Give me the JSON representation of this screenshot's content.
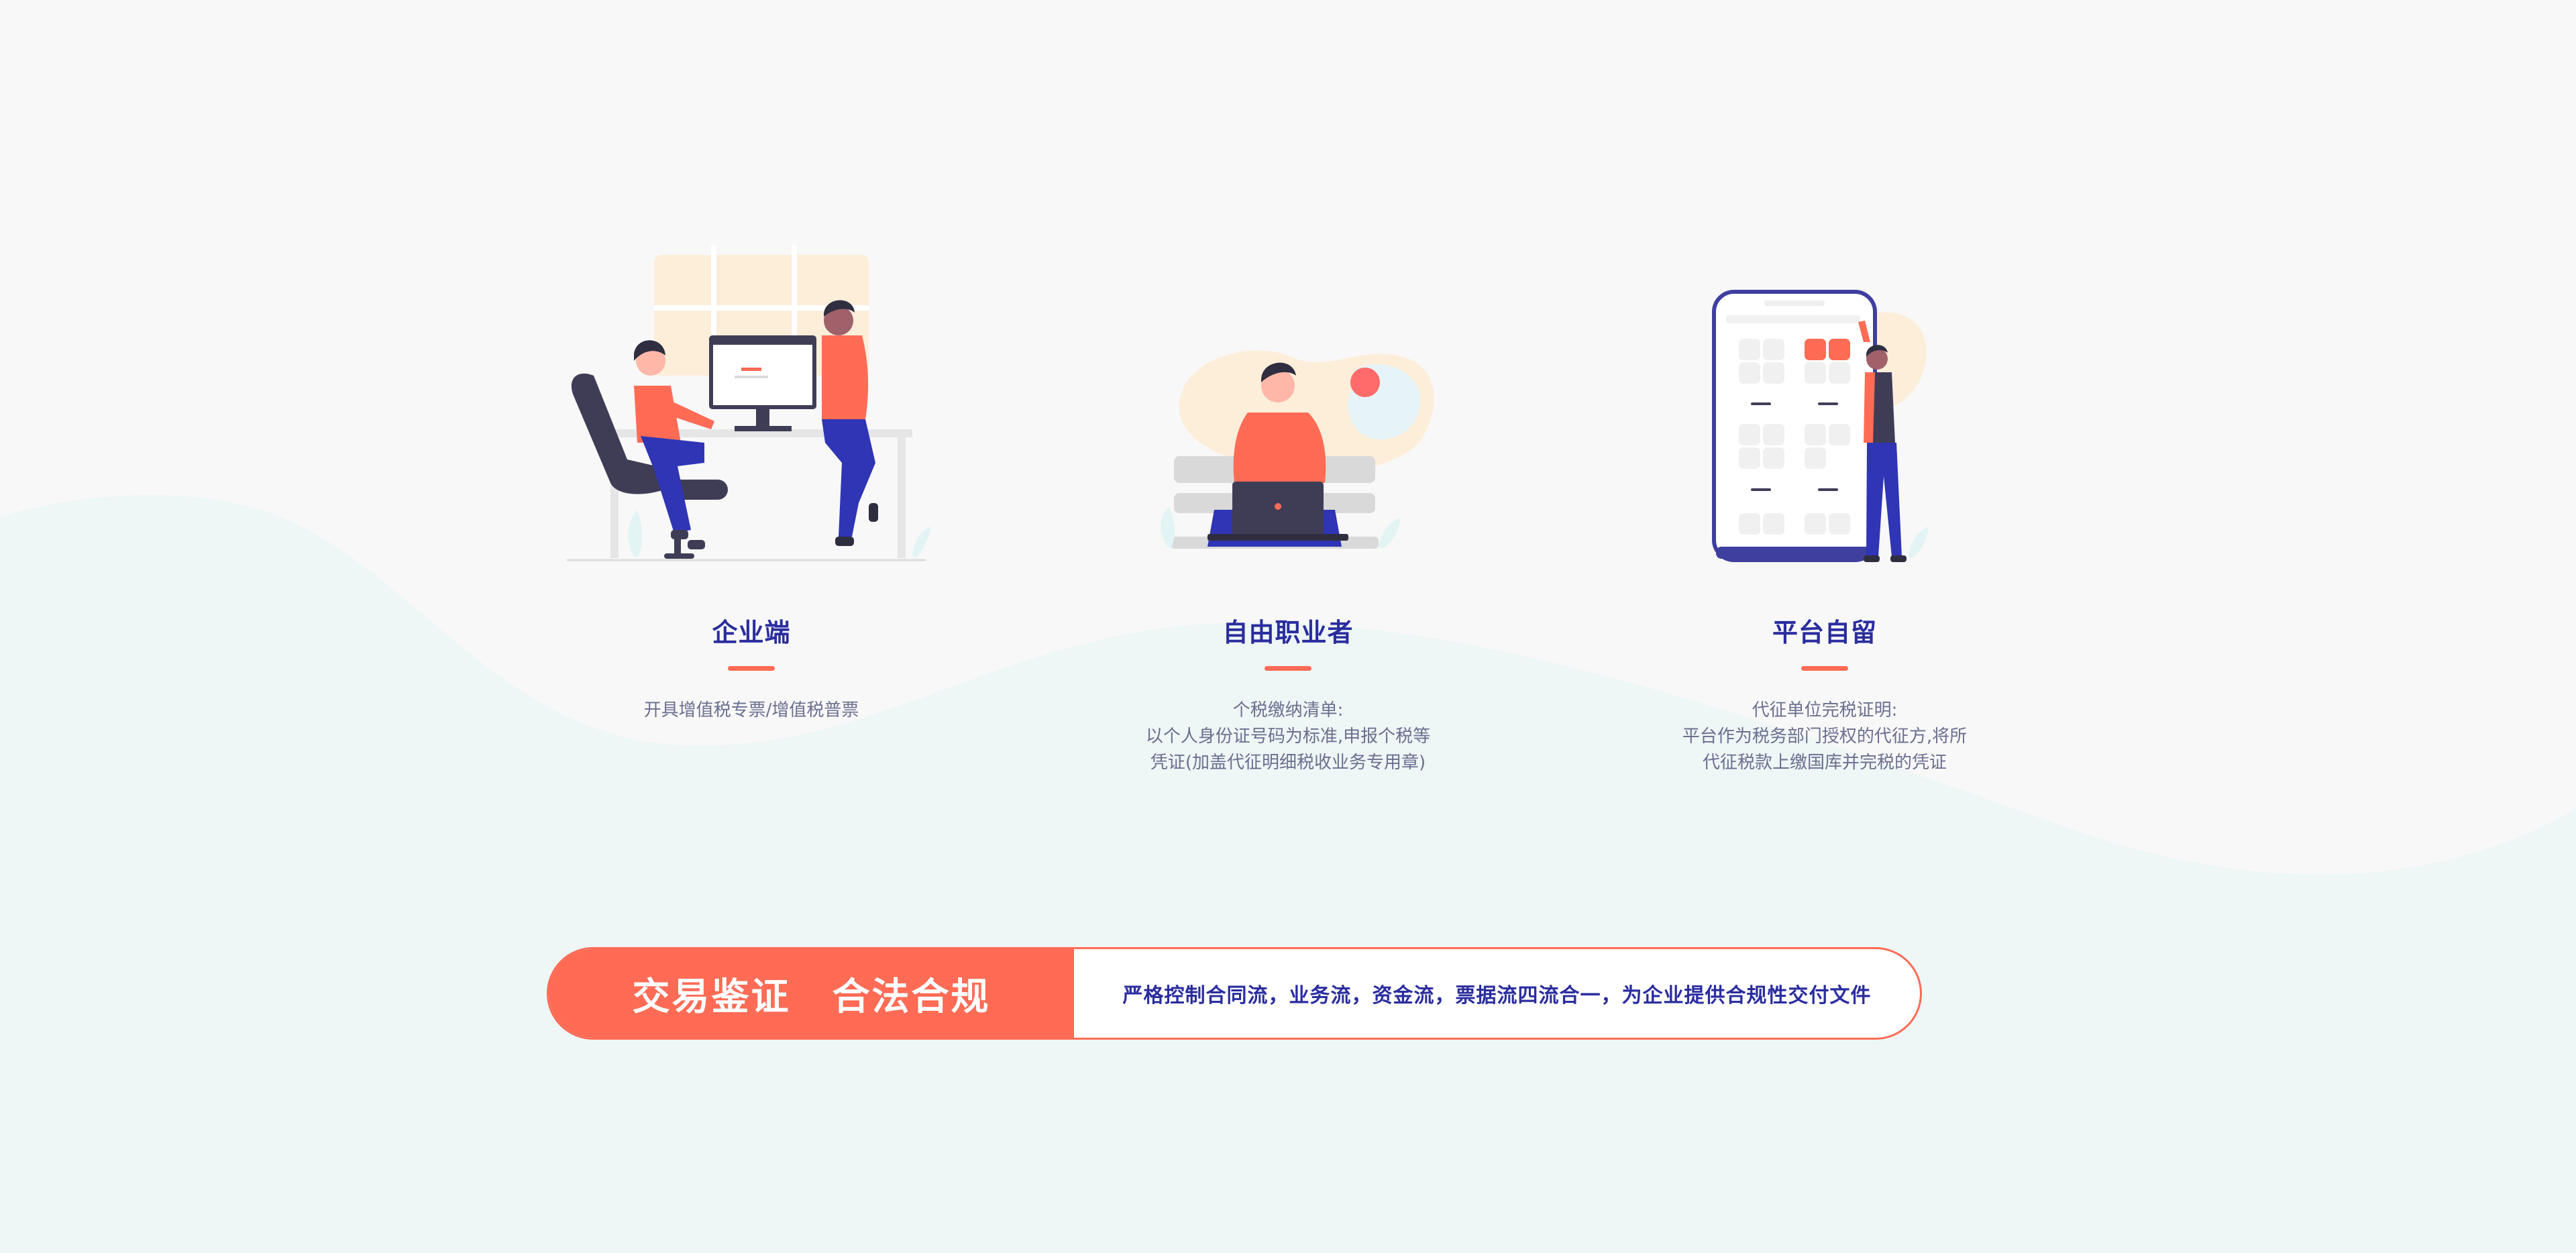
{
  "colors": {
    "background": "#f8f8f8",
    "wave": "#eef6f6",
    "title": "#2a2d9e",
    "accent": "#ff6b55",
    "desc": "#6b6f8f"
  },
  "cards": [
    {
      "title": "企业端",
      "desc": [
        "开具增值税专票/增值税普票"
      ],
      "illustration": "office-desk-illustration"
    },
    {
      "title": "自由职业者",
      "desc": [
        "个税缴纳清单:",
        "以个人身份证号码为标准,申报个税等",
        "凭证(加盖代征明细税收业务专用章)"
      ],
      "illustration": "freelancer-laptop-illustration"
    },
    {
      "title": "平台自留",
      "desc": [
        "代征单位完税证明:",
        "平台作为税务部门授权的代征方,将所",
        "代征税款上缴国库并完税的凭证"
      ],
      "illustration": "mobile-app-illustration"
    }
  ],
  "banner": {
    "left_1": "交易鉴证",
    "left_2": "合法合规",
    "right": "严格控制合同流，业务流，资金流，票据流四流合一，为企业提供合规性交付文件"
  }
}
